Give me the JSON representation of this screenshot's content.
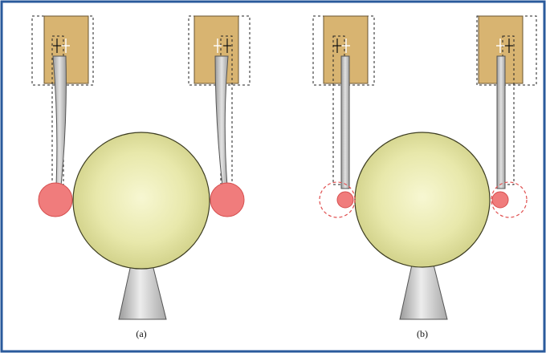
{
  "panels": [
    {
      "id": "a",
      "caption": "(a)",
      "state": "bent"
    },
    {
      "id": "b",
      "caption": "(b)",
      "state": "straight"
    }
  ],
  "colors": {
    "border": "#2a5a9c",
    "holder": "#d8b471",
    "ball": "#e6e6a8",
    "ball_edge": "#4a4a2a",
    "probe_tip": "#f08080",
    "tip_outline": "#e05050",
    "pedestal": "#b8b8b8"
  }
}
